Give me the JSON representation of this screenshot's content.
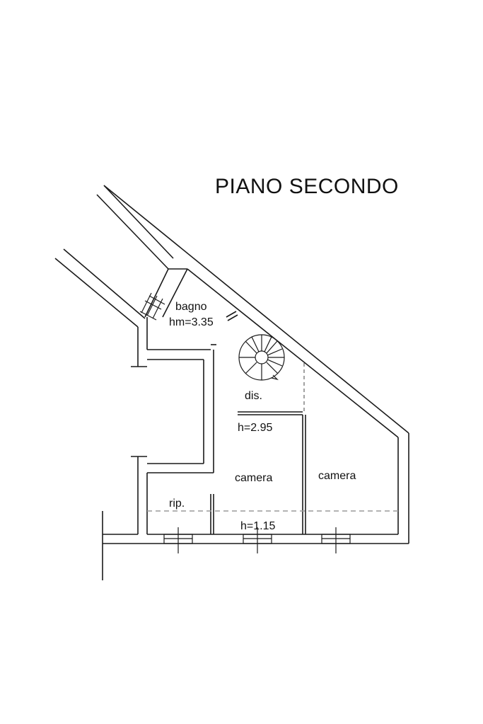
{
  "title": "PIANO SECONDO",
  "rooms": {
    "bagno": "bagno",
    "bagno_height": "hm=3.35",
    "dis": "dis.",
    "camera_center": "camera",
    "camera_center_height": "h=2.95",
    "camera_center_low": "h=1.15",
    "camera_right": "camera",
    "rip": "rip."
  }
}
